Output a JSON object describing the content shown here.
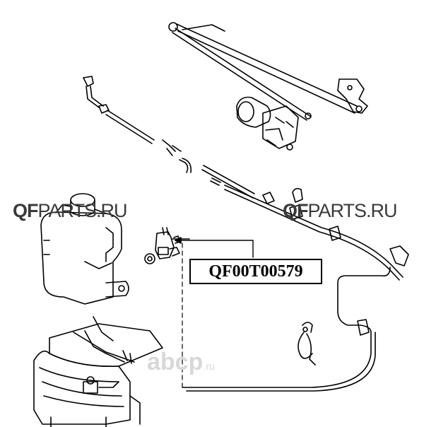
{
  "part_label": "QF00T00579",
  "watermarks": {
    "left": {
      "bold_part": "QF",
      "regular_part": "PARTS.RU"
    },
    "right": {
      "bold_part": "QF",
      "regular_part": "PARTS.RU"
    }
  },
  "logo_text": {
    "main": "abcp",
    "suffix": ".ru"
  },
  "colors": {
    "line": "#000000",
    "background": "#ffffff",
    "watermark": "#3a3a3a",
    "logo": "#d8d8d8"
  }
}
